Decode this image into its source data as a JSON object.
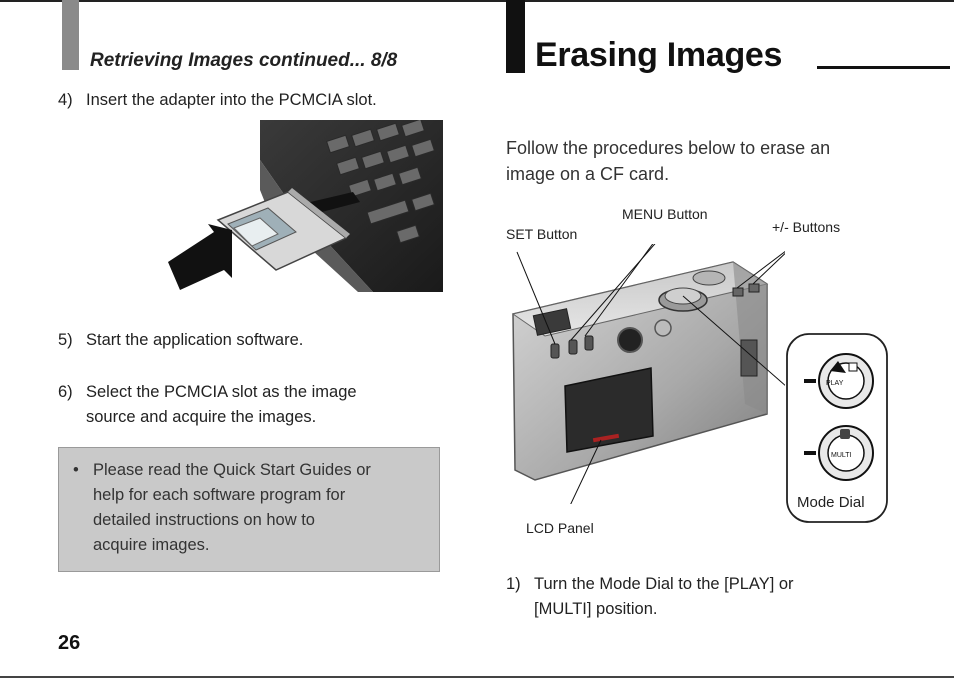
{
  "left": {
    "sub_heading": "Retrieving Images continued... 8/8",
    "steps": [
      {
        "num": "4)",
        "lines": [
          "Insert the adapter into the PCMCIA slot."
        ]
      },
      {
        "num": "5)",
        "lines": [
          "Start the application software."
        ]
      },
      {
        "num": "6)",
        "lines": [
          "Select the PCMCIA slot as the image",
          "source and acquire the images."
        ]
      }
    ],
    "note": {
      "bullet": "•",
      "lines": [
        "Please read the Quick Start Guides or",
        "help for each software program for",
        "detailed instructions on how to",
        "acquire images."
      ]
    },
    "page_number": "26"
  },
  "right": {
    "heading": "Erasing Images",
    "intro_lines": [
      "Follow the procedures below to erase an",
      "image on a CF card."
    ],
    "callouts": {
      "menu_button": "MENU Button",
      "set_button": "SET Button",
      "plus_minus_buttons": "+/- Buttons",
      "lcd_panel": "LCD Panel",
      "mode_dial": "Mode Dial"
    },
    "dial_marks": {
      "play": "PLAY",
      "multi": "MULTI"
    },
    "step1": {
      "num": "1)",
      "lines": [
        "Turn the Mode Dial to the [PLAY] or",
        "[MULTI] position."
      ]
    }
  }
}
